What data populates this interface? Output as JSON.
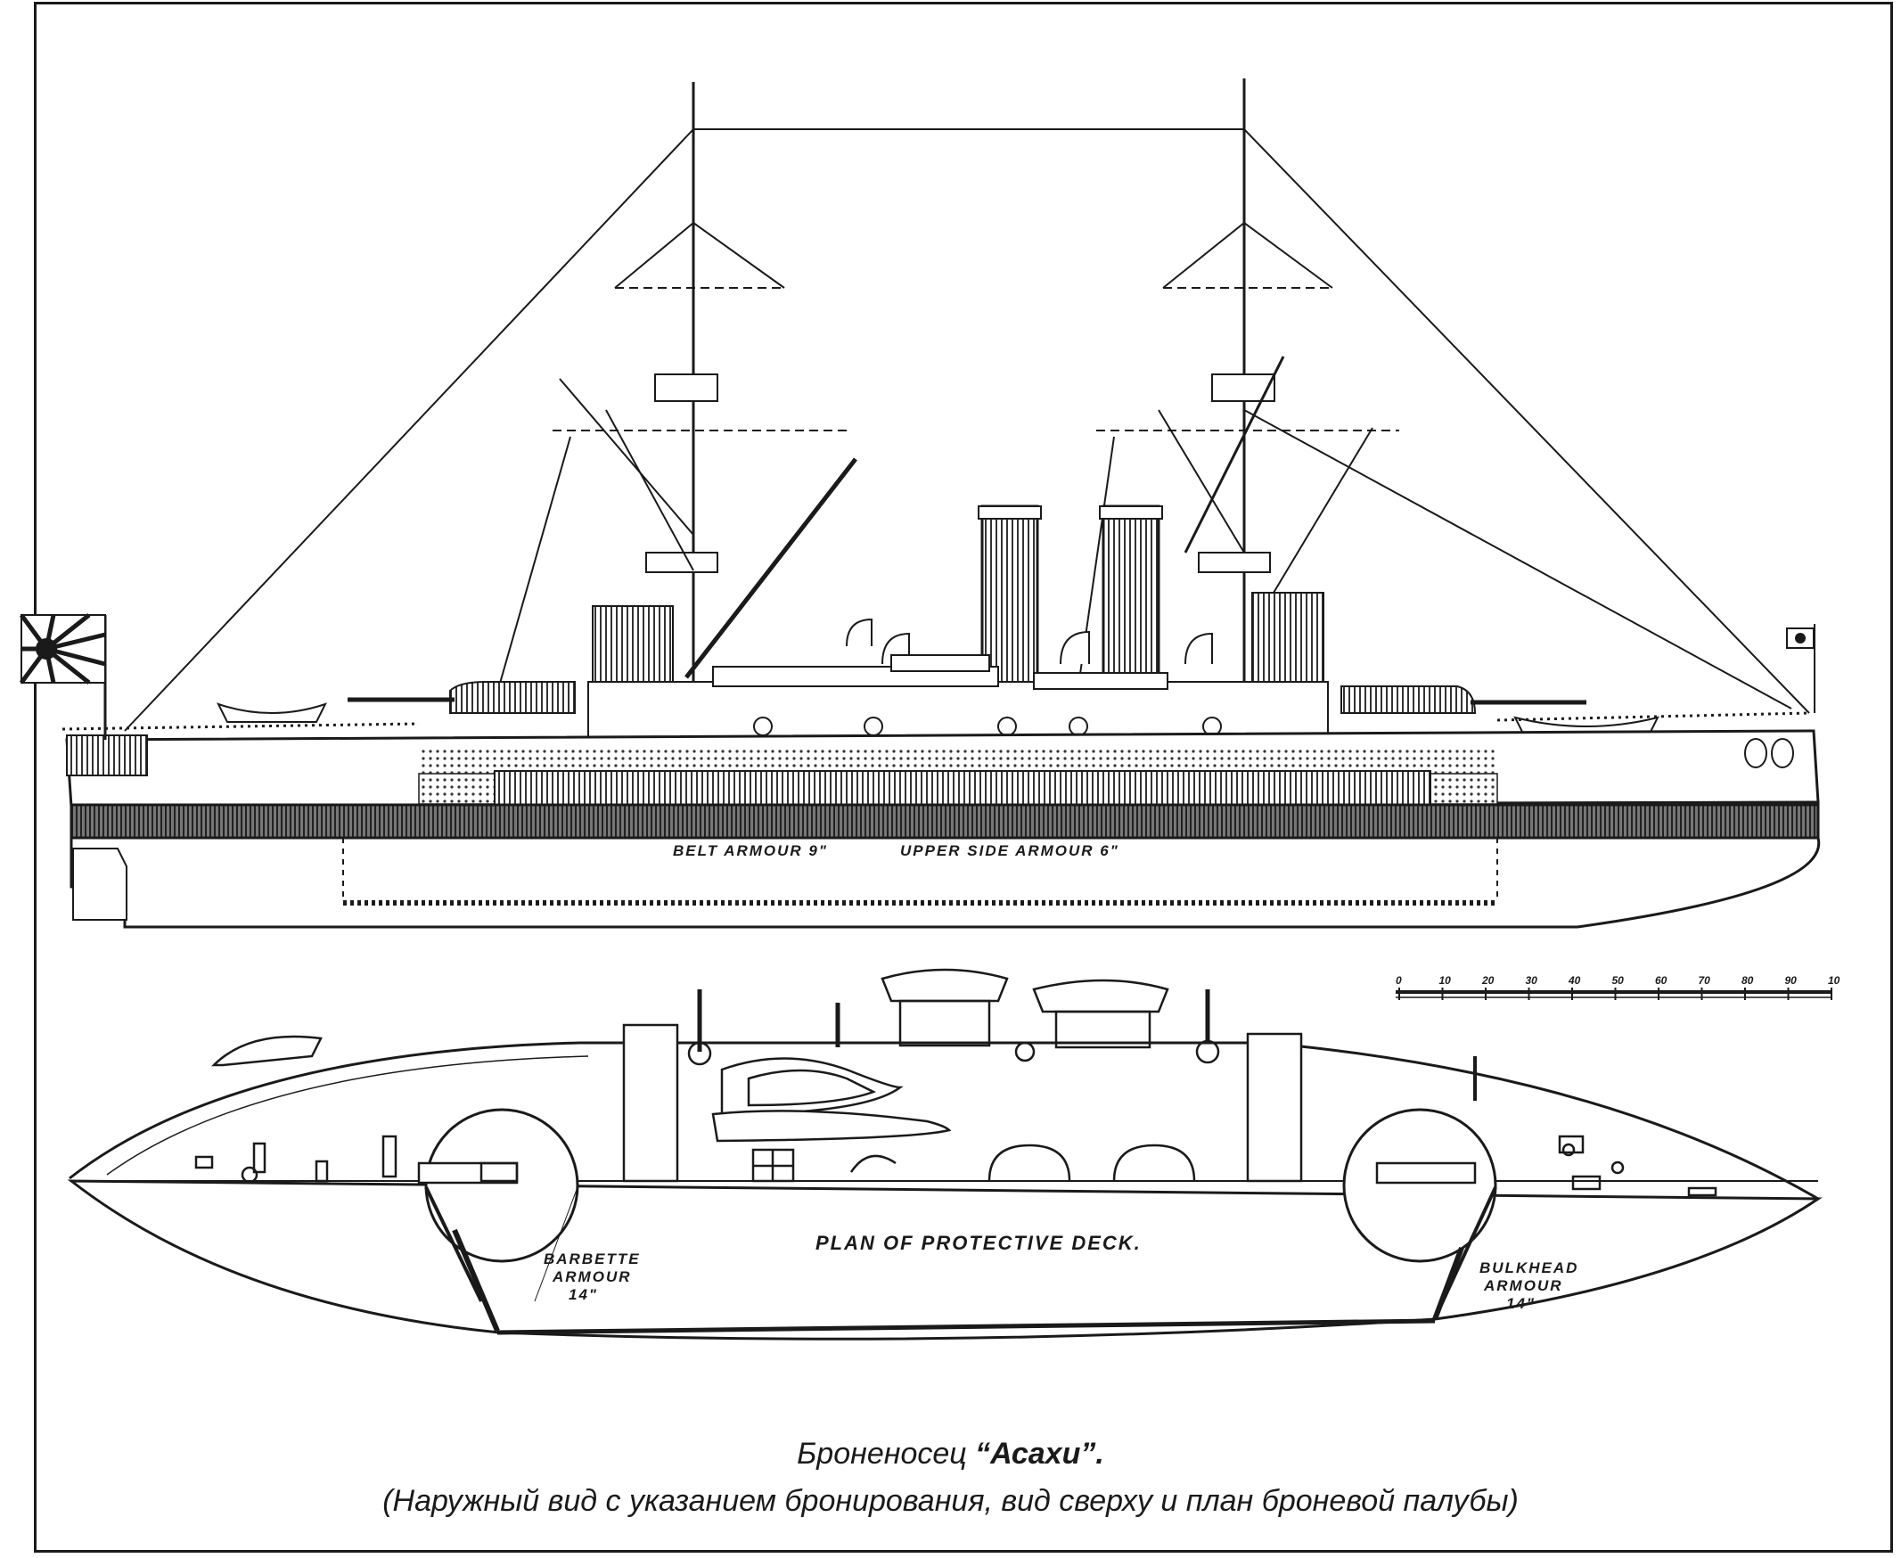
{
  "side_view": {
    "belt_label": "BELT ARMOUR 9\"",
    "upper_side_label": "UPPER SIDE ARMOUR 6\""
  },
  "plan_view": {
    "deck_label": "PLAN OF PROTECTIVE DECK.",
    "barbette_label_1": "BARBETTE",
    "barbette_label_2": "ARMOUR",
    "barbette_label_3": "14\"",
    "bulkhead_label_1": "BULKHEAD",
    "bulkhead_label_2": "ARMOUR",
    "bulkhead_label_3": "14\""
  },
  "scale_bar": {
    "ticks": [
      "0",
      "10",
      "20",
      "30",
      "40",
      "50",
      "60",
      "70",
      "80",
      "90",
      "10"
    ]
  },
  "caption": {
    "title_prefix": "Броненосец ",
    "title_name": "“Асахи”.",
    "subtitle": "(Наружный вид с указанием бронирования, вид сверху и план броневой палубы)"
  },
  "colors": {
    "ink": "#1a1a1a",
    "paper": "#ffffff",
    "hatch": "#555555"
  }
}
